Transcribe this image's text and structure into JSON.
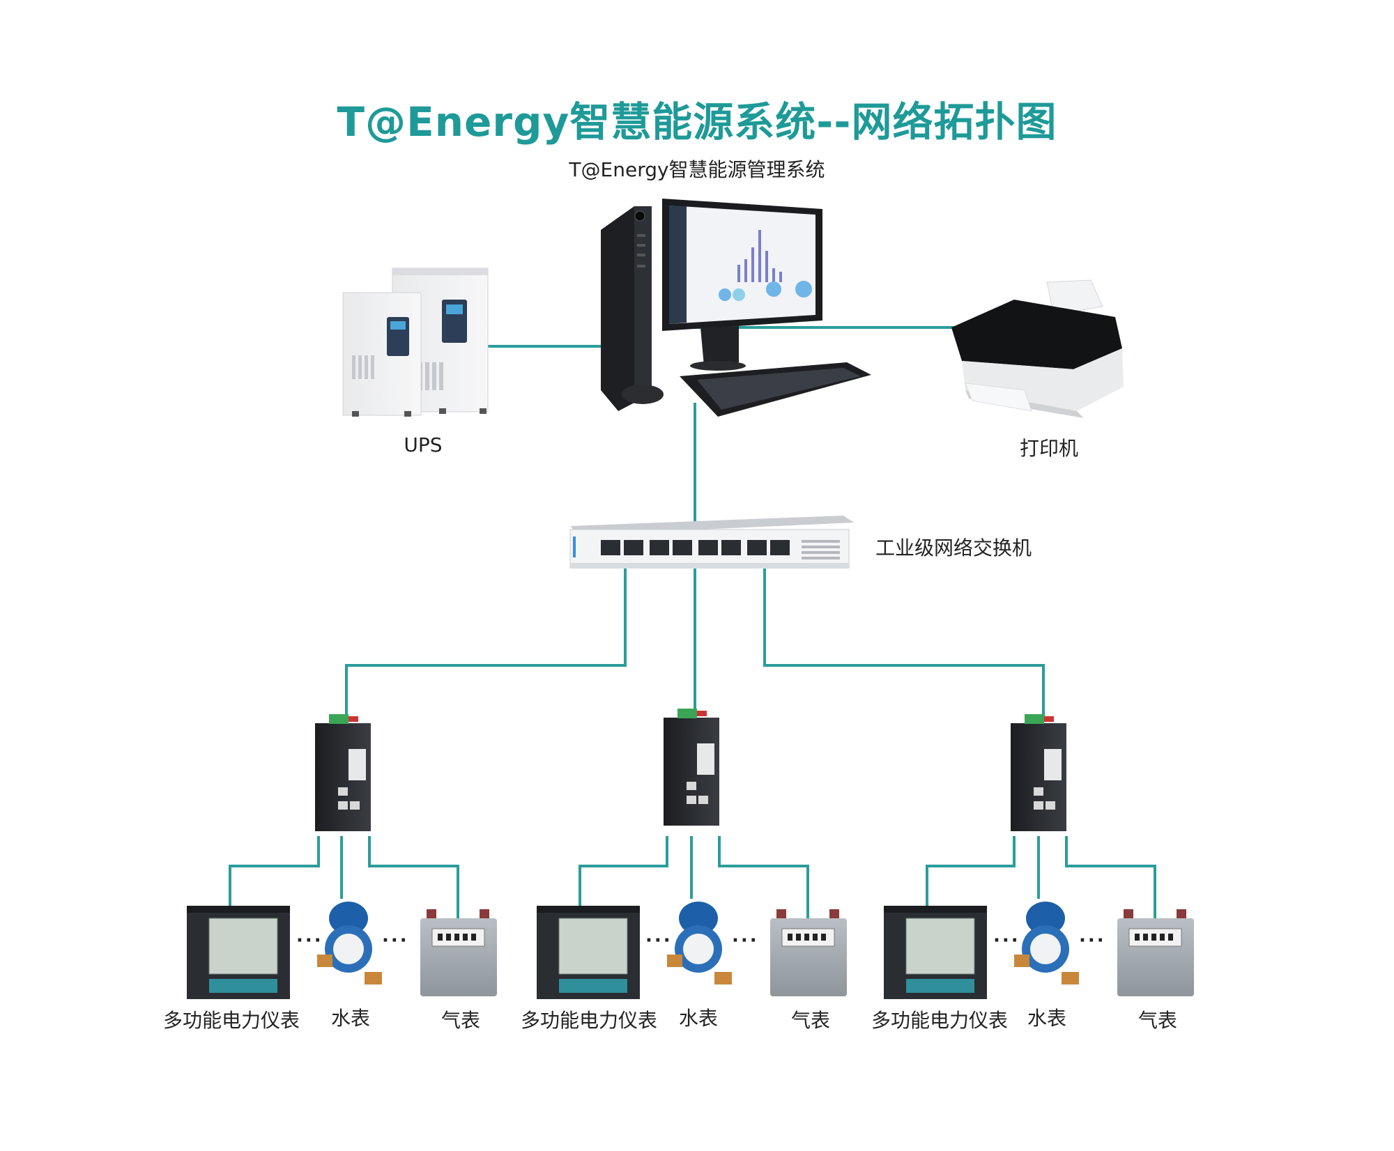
{
  "title": "T@Energy智慧能源系统--网络拓扑图",
  "labels": {
    "management_system": "T@Energy智慧能源管理系统",
    "ups": "UPS",
    "printer": "打印机",
    "switch": "工业级网络交换机",
    "groups": [
      {
        "power_meter": "多功能电力仪表",
        "water_meter": "水表",
        "gas_meter": "气表",
        "dots": "···"
      },
      {
        "power_meter": "多功能电力仪表",
        "water_meter": "水表",
        "gas_meter": "气表",
        "dots": "···"
      },
      {
        "power_meter": "多功能电力仪表",
        "water_meter": "水表",
        "gas_meter": "气表",
        "dots": "···"
      }
    ]
  },
  "colors": {
    "title": "#1e9a98",
    "line": "#2a9d9b",
    "text": "#222222"
  },
  "icons": [
    "ups-icon",
    "desktop-computer-icon",
    "printer-icon",
    "network-switch-icon",
    "gateway-icon",
    "power-meter-icon",
    "water-meter-icon",
    "gas-meter-icon"
  ]
}
